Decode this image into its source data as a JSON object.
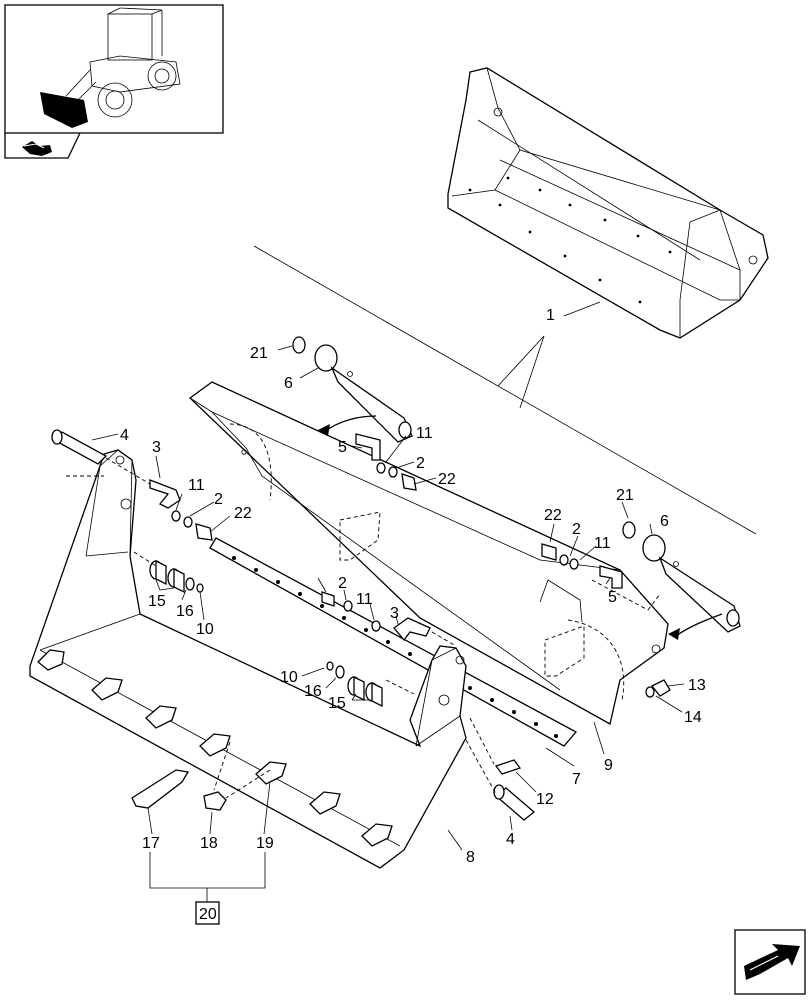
{
  "callouts": [
    {
      "id": "c1",
      "text": "1"
    },
    {
      "id": "c2a",
      "text": "2"
    },
    {
      "id": "c2b",
      "text": "2"
    },
    {
      "id": "c2c",
      "text": "2"
    },
    {
      "id": "c2d",
      "text": "2"
    },
    {
      "id": "c3a",
      "text": "3"
    },
    {
      "id": "c3b",
      "text": "3"
    },
    {
      "id": "c4a",
      "text": "4"
    },
    {
      "id": "c4b",
      "text": "4"
    },
    {
      "id": "c5a",
      "text": "5"
    },
    {
      "id": "c5b",
      "text": "5"
    },
    {
      "id": "c6a",
      "text": "6"
    },
    {
      "id": "c6b",
      "text": "6"
    },
    {
      "id": "c7",
      "text": "7"
    },
    {
      "id": "c8",
      "text": "8"
    },
    {
      "id": "c9",
      "text": "9"
    },
    {
      "id": "c10a",
      "text": "10"
    },
    {
      "id": "c10b",
      "text": "10"
    },
    {
      "id": "c11a",
      "text": "11"
    },
    {
      "id": "c11b",
      "text": "11"
    },
    {
      "id": "c11c",
      "text": "11"
    },
    {
      "id": "c11d",
      "text": "11"
    },
    {
      "id": "c12",
      "text": "12"
    },
    {
      "id": "c13",
      "text": "13"
    },
    {
      "id": "c14",
      "text": "14"
    },
    {
      "id": "c15a",
      "text": "15"
    },
    {
      "id": "c15b",
      "text": "15"
    },
    {
      "id": "c16a",
      "text": "16"
    },
    {
      "id": "c16b",
      "text": "16"
    },
    {
      "id": "c17",
      "text": "17"
    },
    {
      "id": "c18",
      "text": "18"
    },
    {
      "id": "c19",
      "text": "19"
    },
    {
      "id": "c21a",
      "text": "21"
    },
    {
      "id": "c21b",
      "text": "21"
    },
    {
      "id": "c22a",
      "text": "22"
    },
    {
      "id": "c22b",
      "text": "22"
    },
    {
      "id": "c22c",
      "text": "22"
    }
  ],
  "kit_label": "20",
  "icons": {
    "thumbnail": "wheel-loader-bucket-icon",
    "nav_back": "previous-page-icon",
    "nav_next": "next-page-arrow-icon"
  }
}
